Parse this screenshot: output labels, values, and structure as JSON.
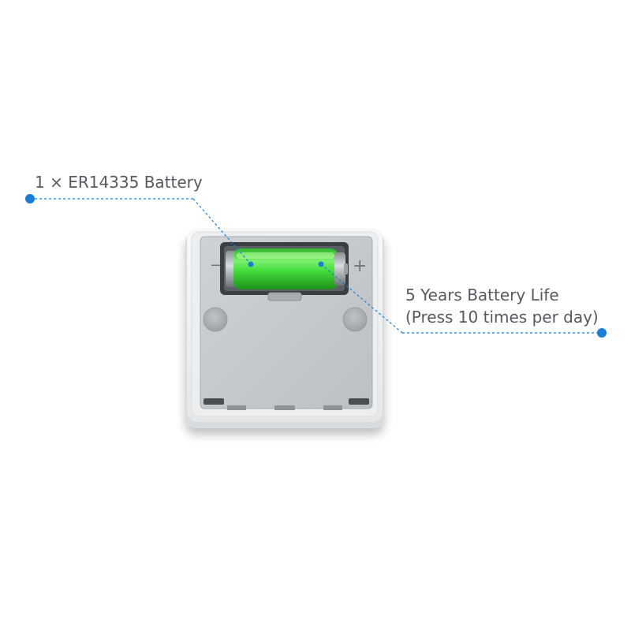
{
  "callouts": {
    "battery": {
      "label": "1 × ER14335 Battery"
    },
    "life": {
      "line1": "5 Years Battery Life",
      "line2": "(Press 10 times per day)"
    }
  },
  "device": {
    "minus_sign": "−",
    "plus_sign": "+"
  },
  "colors": {
    "accent_blue": "#1a7fd4",
    "battery_green": "#3fd63a",
    "body_white": "#f4f5f6",
    "cover_gray": "#c6c9cb",
    "text": "#555a60"
  },
  "icons": [
    "callout-dot-icon",
    "leader-line",
    "battery-cell-icon"
  ]
}
